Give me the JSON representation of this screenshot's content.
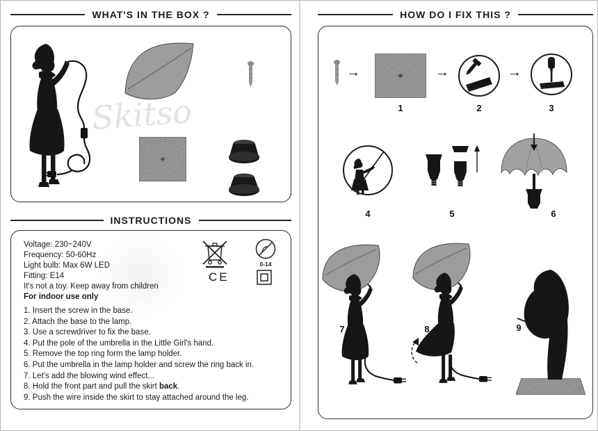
{
  "watermark": "Skitso",
  "colors": {
    "ink": "#1a1a1a",
    "umbrella_gray": "#9c9c9c",
    "texture_gray": "#d7d7d7"
  },
  "left_page": {
    "box_header": "WHAT'S IN THE BOX ?",
    "instructions_header": "INSTRUCTIONS",
    "specs": {
      "voltage": "Voltage: 230~240V",
      "frequency": "Frequency: 50-60Hz",
      "bulb": "Light bulb: Max 6W LED",
      "fitting": "Fitting: E14",
      "toy_warning": "It's not a toy. Keep away from children",
      "indoor": "For indoor use only"
    },
    "icons": {
      "age_label": "0-14",
      "ce_label": "CE"
    },
    "steps": [
      {
        "pre": "1. Insert the screw in the base.",
        "bold": "",
        "post": ""
      },
      {
        "pre": "2. Attach the base to the lamp.",
        "bold": "",
        "post": ""
      },
      {
        "pre": "3. Use a screwdriver to fix the base.",
        "bold": "",
        "post": ""
      },
      {
        "pre": "4. Put the pole of the umbrella in the Little Girl's hand.",
        "bold": "",
        "post": ""
      },
      {
        "pre": "5. Remove the top ring form the lamp holder.",
        "bold": "",
        "post": ""
      },
      {
        "pre": "6. Put the umbrella in the lamp holder and screw the ring back in.",
        "bold": "",
        "post": ""
      },
      {
        "pre": "7. Let's add the blowing wind effect...",
        "bold": "",
        "post": ""
      },
      {
        "pre": "8. Hold the front part and pull the skirt ",
        "bold": "back",
        "post": "."
      },
      {
        "pre": "9. Push the wire inside the skirt to stay attached around the leg.",
        "bold": "",
        "post": ""
      }
    ]
  },
  "right_page": {
    "header": "HOW DO I FIX THIS ?",
    "step_labels": [
      "1",
      "2",
      "3",
      "4",
      "5",
      "6",
      "7",
      "8",
      "9"
    ]
  }
}
